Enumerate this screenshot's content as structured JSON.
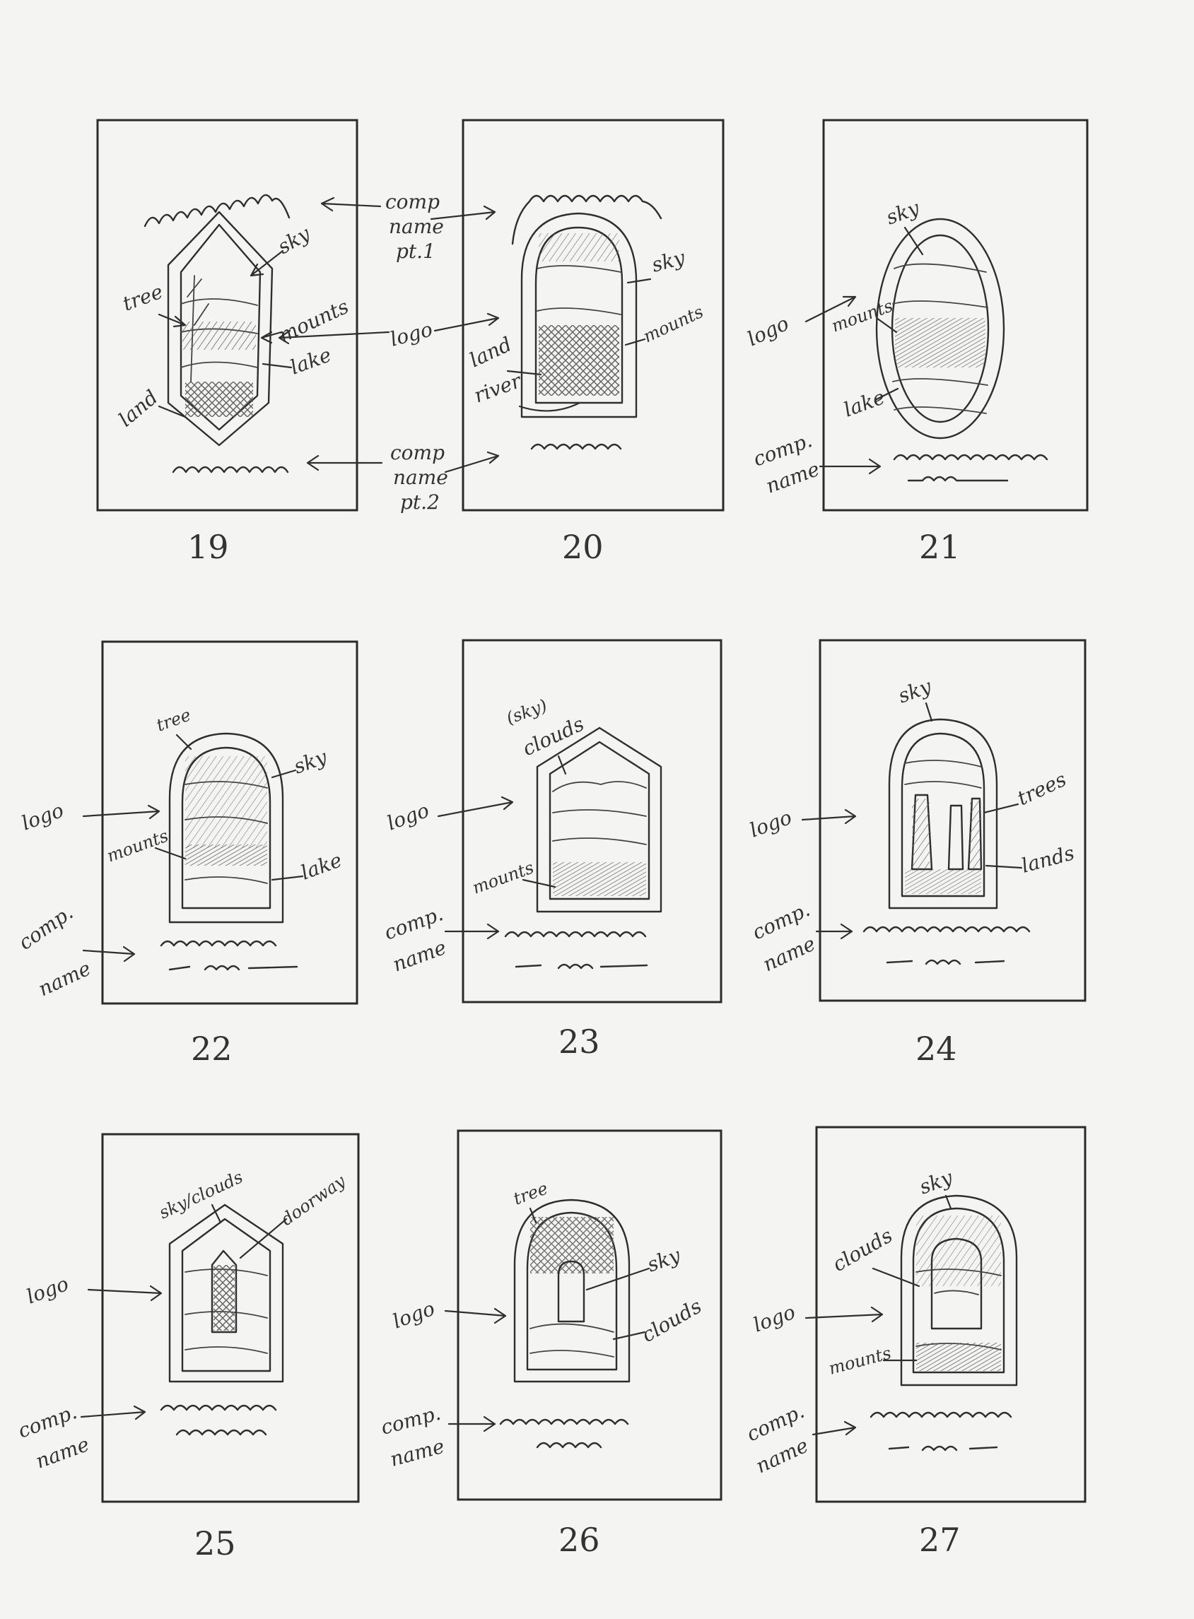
{
  "labels": {
    "comp_name_pt1": [
      "comp",
      "name",
      "pt.1"
    ],
    "comp_name_pt2": [
      "comp",
      "name",
      "pt.2"
    ],
    "logo": "logo",
    "comp_name": [
      "comp.",
      "name"
    ],
    "sky": "sky",
    "tree": "tree",
    "mounts": "mounts",
    "lake": "lake",
    "land": "land",
    "river": "river",
    "trees": "trees",
    "lands": "lands",
    "sky_clouds_paren": "(sky)",
    "clouds": "clouds",
    "sky_slash_clouds": "sky/clouds",
    "doorway": "doorway"
  },
  "thumbnails": [
    {
      "number": "19"
    },
    {
      "number": "20"
    },
    {
      "number": "21"
    },
    {
      "number": "22"
    },
    {
      "number": "23"
    },
    {
      "number": "24"
    },
    {
      "number": "25"
    },
    {
      "number": "26"
    },
    {
      "number": "27"
    }
  ]
}
